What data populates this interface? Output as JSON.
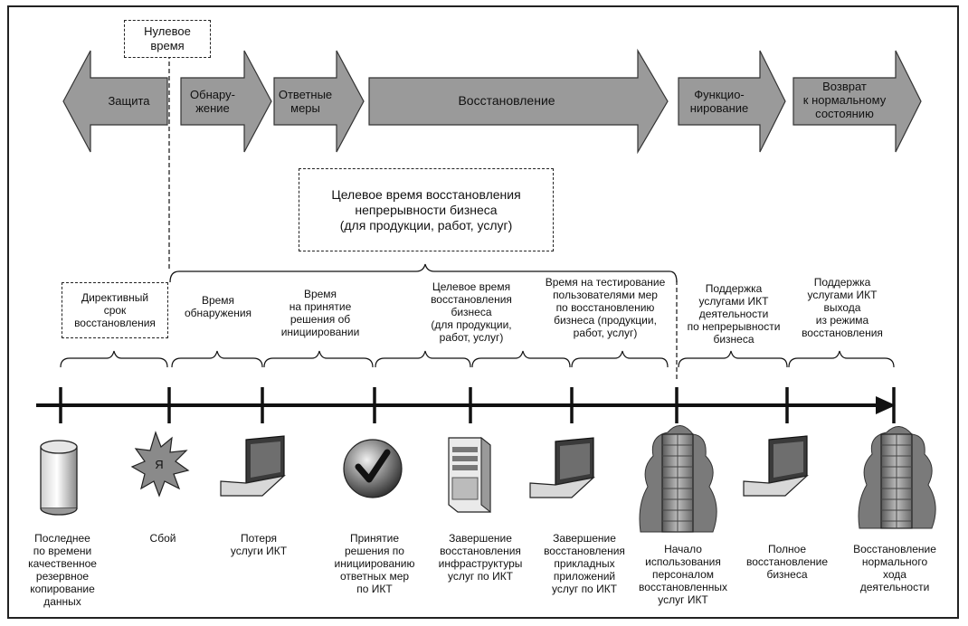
{
  "zero_time_label": "Нулевое\nвремя",
  "phases": [
    {
      "label": "Защита"
    },
    {
      "label": "Обнару-\nжение"
    },
    {
      "label": "Ответные\nмеры"
    },
    {
      "label": "Восстановление"
    },
    {
      "label": "Функцио-\nнирование"
    },
    {
      "label": "Возврат\nк нормальному\nсостоянию"
    }
  ],
  "target_time_box": "Целевое время восстановления\nнепрерывности бизнеса\n(для продукции, работ, услуг)",
  "intervals": [
    {
      "label": "Директивный\nсрок\nвосстановления"
    },
    {
      "label": "Время\nобнаружения"
    },
    {
      "label": "Время\nна принятие\nрешения об\nинициировании"
    },
    {
      "label": "Целевое время\nвосстановления\nбизнеса\n(для продукции,\nработ, услуг)"
    },
    {
      "label": "Время на тестирование\nпользователями мер\nпо восстановлению\nбизнеса (продукции,\nработ, услуг)"
    },
    {
      "label": "Поддержка\nуслугами ИКТ\nдеятельности\nпо непрерывности\nбизнеса"
    },
    {
      "label": "Поддержка\nуслугами ИКТ\nвыхода\nиз режима\nвосстановления"
    }
  ],
  "milestones": [
    {
      "label": "Последнее\nпо времени\nкачественное\nрезервное\nкопирование\nданных",
      "icon": "database-icon"
    },
    {
      "label": "Сбой",
      "icon": "failure-burst-icon",
      "glyph": "Я"
    },
    {
      "label": "Потеря\nуслуги ИКТ",
      "icon": "laptop-icon"
    },
    {
      "label": "Принятие\nрешения по\nинициированию\nответных мер\nпо ИКТ",
      "icon": "checkmark-icon"
    },
    {
      "label": "Завершение\nвосстановления\nинфраструктуры\nуслуг по ИКТ",
      "icon": "server-icon"
    },
    {
      "label": "Завершение\nвосстановления\nприкладных\nприложений\nуслуг по ИКТ",
      "icon": "laptop-icon"
    },
    {
      "label": "Начало\nиспользования\nперсоналом\nвосстановленных\nуслуг ИКТ",
      "icon": "building-icon"
    },
    {
      "label": "Полное\nвосстановление\nбизнеса",
      "icon": "laptop-icon"
    },
    {
      "label": "Восстановление\nнормального\nхода\nдеятельности",
      "icon": "building-icon"
    }
  ],
  "colors": {
    "arrow_fill": "#9a9a9a",
    "arrow_stroke": "#333333",
    "line": "#111111"
  }
}
